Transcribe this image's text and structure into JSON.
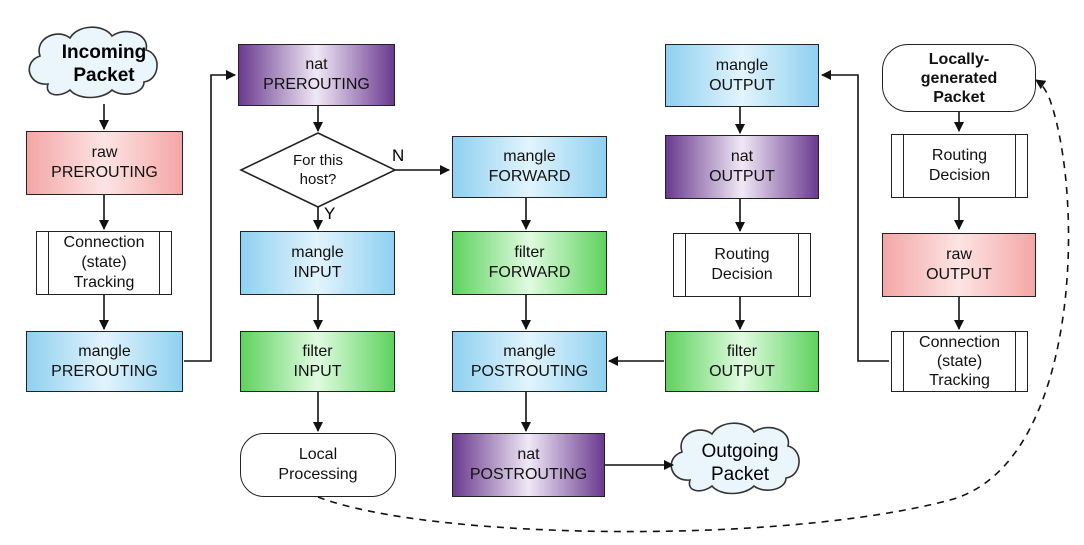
{
  "nodes": {
    "incoming_packet": [
      "Incoming",
      "Packet"
    ],
    "raw_prerouting": [
      "raw",
      "PREROUTING"
    ],
    "conntrack_1": [
      "Connection",
      "(state)",
      "Tracking"
    ],
    "mangle_prerouting": [
      "mangle",
      "PREROUTING"
    ],
    "nat_prerouting": [
      "nat",
      "PREROUTING"
    ],
    "decision_for_host": [
      "For this",
      "host?"
    ],
    "mangle_input": [
      "mangle",
      "INPUT"
    ],
    "filter_input": [
      "filter",
      "INPUT"
    ],
    "local_processing": [
      "Local",
      "Processing"
    ],
    "mangle_forward": [
      "mangle",
      "FORWARD"
    ],
    "filter_forward": [
      "filter",
      "FORWARD"
    ],
    "mangle_postrouting": [
      "mangle",
      "POSTROUTING"
    ],
    "nat_postrouting": [
      "nat",
      "POSTROUTING"
    ],
    "outgoing_packet": [
      "Outgoing",
      "Packet"
    ],
    "mangle_output": [
      "mangle",
      "OUTPUT"
    ],
    "nat_output": [
      "nat",
      "OUTPUT"
    ],
    "routing_decision_1": [
      "Routing",
      "Decision"
    ],
    "filter_output": [
      "filter",
      "OUTPUT"
    ],
    "locally_generated": [
      "Locally-",
      "generated",
      "Packet"
    ],
    "routing_decision_2": [
      "Routing",
      "Decision"
    ],
    "raw_output": [
      "raw",
      "OUTPUT"
    ],
    "conntrack_2": [
      "Connection",
      "(state)",
      "Tracking"
    ]
  },
  "edge_labels": {
    "yes": "Y",
    "no": "N"
  },
  "colors": {
    "raw": "#f4a6a6",
    "mangle": "#8fd0f0",
    "nat": "#6a3a8f",
    "filter": "#5fd25f",
    "line": "#111111"
  }
}
